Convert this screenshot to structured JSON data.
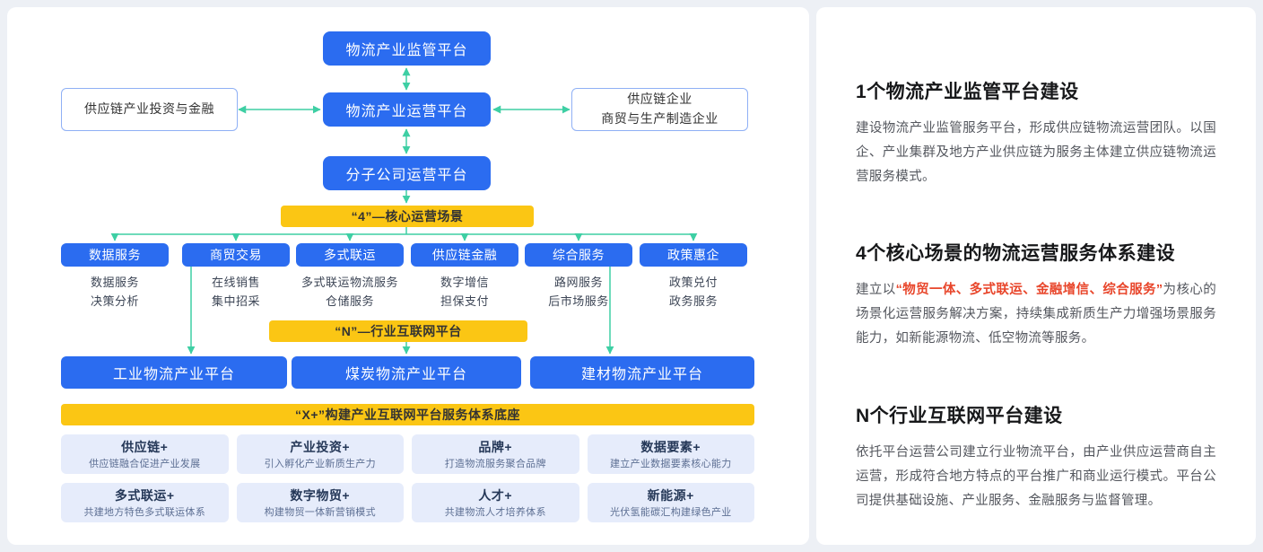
{
  "colors": {
    "primary_blue": "#2b6cf0",
    "accent_yellow": "#fbc614",
    "connector_teal": "#3ecfa4",
    "highlight_red": "#e8462b",
    "light_tile": "#e6ecfb"
  },
  "diagram": {
    "supervision": "物流产业监管平台",
    "operation": "物流产业运营平台",
    "subsidiary": "分子公司运营平台",
    "left_box": "供应链产业投资与金融",
    "right_box_line1": "供应链企业",
    "right_box_line2": "商贸与生产制造企业",
    "band_four": "“4”—核心运营场景",
    "band_n": "“N”—行业互联网平台",
    "band_x": "“X+”构建产业互联网平台服务体系底座",
    "scenarios": [
      {
        "label": "数据服务",
        "lines": [
          "数据服务",
          "决策分析"
        ]
      },
      {
        "label": "商贸交易",
        "lines": [
          "在线销售",
          "集中招采"
        ]
      },
      {
        "label": "多式联运",
        "lines": [
          "多式联运物流服务",
          "仓储服务"
        ]
      },
      {
        "label": "供应链金融",
        "lines": [
          "数字增信",
          "担保支付"
        ]
      },
      {
        "label": "综合服务",
        "lines": [
          "路网服务",
          "后市场服务"
        ]
      },
      {
        "label": "政策惠企",
        "lines": [
          "政策兑付",
          "政务服务"
        ]
      }
    ],
    "platforms": [
      "工业物流产业平台",
      "煤炭物流产业平台",
      "建材物流产业平台"
    ],
    "foundation": [
      {
        "title": "供应链+",
        "desc": "供应链融合促进产业发展"
      },
      {
        "title": "产业投资+",
        "desc": "引入孵化产业新质生产力"
      },
      {
        "title": "品牌+",
        "desc": "打造物流服务聚合品牌"
      },
      {
        "title": "数据要素+",
        "desc": "建立产业数据要素核心能力"
      },
      {
        "title": "多式联运+",
        "desc": "共建地方特色多式联运体系"
      },
      {
        "title": "数字物贸+",
        "desc": "构建物贸一体新营销模式"
      },
      {
        "title": "人才+",
        "desc": "共建物流人才培养体系"
      },
      {
        "title": "新能源+",
        "desc": "光伏氢能碳汇构建绿色产业"
      }
    ]
  },
  "sections": [
    {
      "heading": "1个物流产业监管平台建设",
      "body": "建设物流产业监管服务平台，形成供应链物流运营团队。以国企、产业集群及地方产业供应链为服务主体建立供应链物流运营服务模式。"
    },
    {
      "heading": "4个核心场景的物流运营服务体系建设",
      "body_prefix": "建立以",
      "body_highlight": "“物贸一体、多式联运、金融增信、综合服务”",
      "body_suffix": "为核心的场景化运营服务解决方案，持续集成新质生产力增强场景服务能力，如新能源物流、低空物流等服务。"
    },
    {
      "heading": "N个行业互联网平台建设",
      "body": "依托平台运营公司建立行业物流平台，由产业供应运营商自主运营，形成符合地方特点的平台推广和商业运行模式。平台公司提供基础设施、产业服务、金融服务与监督管理。"
    }
  ]
}
